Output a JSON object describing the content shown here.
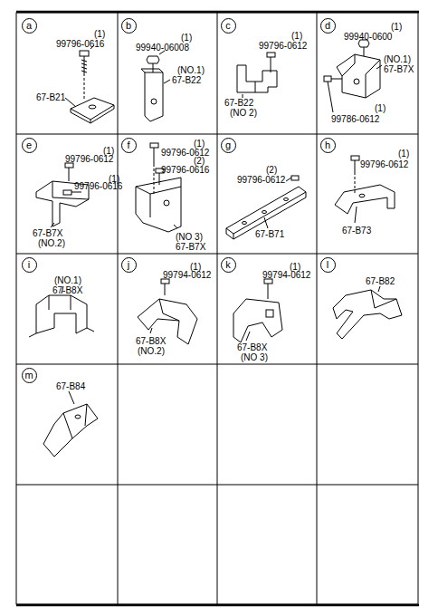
{
  "diagram": {
    "nodes": [
      {
        "text": [
          "a"
        ]
      },
      {
        "text": [
          "b"
        ]
      },
      {
        "text": [
          "c"
        ]
      },
      {
        "text": [
          "d"
        ]
      },
      {
        "text": [
          "e"
        ]
      },
      {
        "text": [
          "f"
        ]
      },
      {
        "text": [
          "g"
        ]
      },
      {
        "text": [
          "h"
        ]
      },
      {
        "text": [
          "i"
        ]
      },
      {
        "text": [
          "j"
        ]
      },
      {
        "text": [
          "k"
        ]
      },
      {
        "text": [
          "l"
        ]
      },
      {
        "text": [
          "m"
        ]
      }
    ],
    "labels": [
      "(1)",
      "99796-0616",
      "67-B21",
      "(1)",
      "99940-06008",
      "(NO.1)",
      "67-B22",
      "(1)",
      "99796-0612",
      "67-B22",
      "(NO 2)",
      "(1)",
      "99940-0600",
      "(NO.1)",
      "67-B7X",
      "99786-0612",
      "(1)",
      "(1)",
      "99796-0612",
      "(1)",
      "99796-0616",
      "67-B7X",
      "(NO.2)",
      "(1)",
      "99796-0612",
      "(2)",
      "99796-0616",
      "(NO 3)",
      "67-B7X",
      "(2)",
      "99796-0612",
      "67-B71",
      "(1)",
      "99796-0612",
      "67-B73",
      "(NO.1)",
      "67-B8X",
      "(1)",
      "99794-0612",
      "67-B8X",
      "(NO.2)",
      "(1)",
      "99794-0612",
      "67-B8X",
      "(NO 3)",
      "67-B82",
      "67-B84"
    ]
  }
}
